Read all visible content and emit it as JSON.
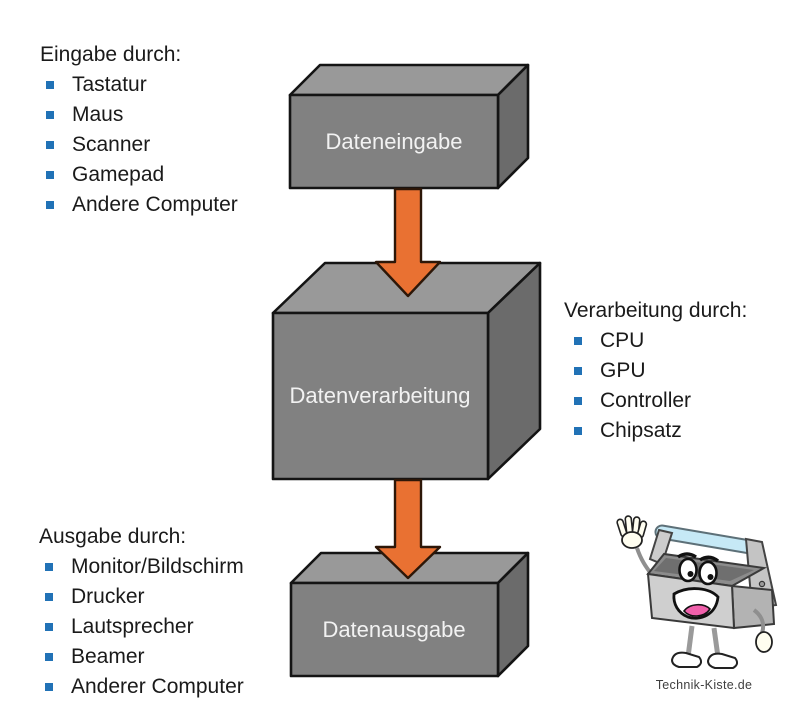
{
  "diagram": {
    "boxes": {
      "input": {
        "label": "Dateneingabe"
      },
      "processing": {
        "label": "Datenverarbeitung"
      },
      "output": {
        "label": "Datenausgabe"
      }
    },
    "arrows": [
      "input-to-processing",
      "processing-to-output"
    ]
  },
  "lists": {
    "input": {
      "title": "Eingabe durch:",
      "items": [
        "Tastatur",
        "Maus",
        "Scanner",
        "Gamepad",
        "Andere Computer"
      ]
    },
    "processing": {
      "title": "Verarbeitung durch:",
      "items": [
        "CPU",
        "GPU",
        "Controller",
        "Chipsatz"
      ]
    },
    "output": {
      "title": "Ausgabe durch:",
      "items": [
        "Monitor/Bildschirm",
        "Drucker",
        "Lautsprecher",
        "Beamer",
        "Anderer Computer"
      ]
    }
  },
  "mascot": {
    "caption": "Technik-Kiste.de"
  },
  "icons": {
    "bullet": "square-bullet",
    "arrow": "down-arrow",
    "mascot": "toolbox-cartoon"
  },
  "colors": {
    "box_front": "#818181",
    "box_top": "#999999",
    "box_side": "#6b6b6b",
    "box_outline": "#141414",
    "box_label_text": "#f2f2f2",
    "arrow_fill": "#E97132",
    "arrow_outline": "#2d1708",
    "bullet_blue": "#2172b6",
    "body_text": "#1a1a1a",
    "handle_blue": "#c6e9f6",
    "tongue_pink": "#f060ab",
    "background": "#ffffff"
  }
}
